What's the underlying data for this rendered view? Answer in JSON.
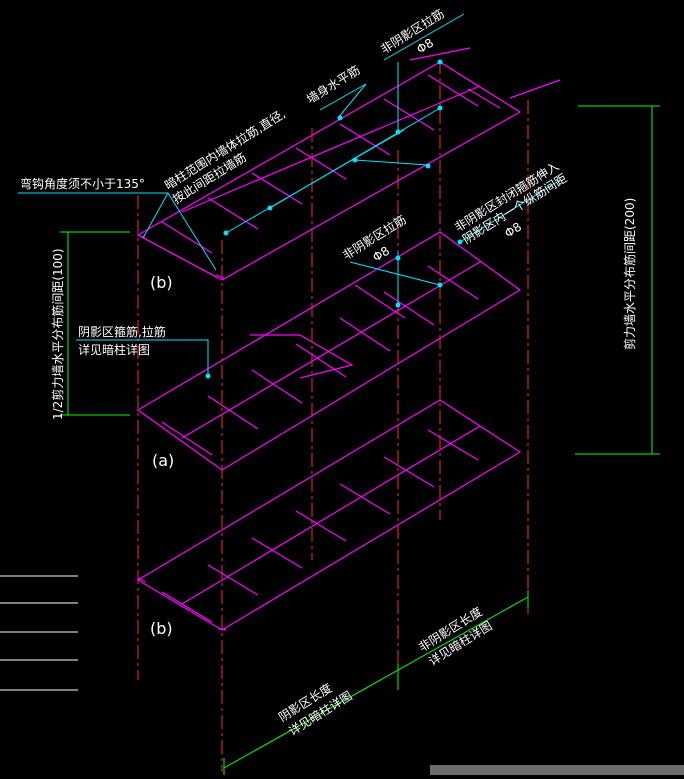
{
  "colors": {
    "background": "#000000",
    "rebar": "#ff00ff",
    "axis": "#ff2a2a",
    "dim": "#00ff00",
    "leader": "#00e5ff",
    "text": "#ffffff"
  },
  "labels": {
    "hook_angle": "弯钩角度须不小于135°",
    "tie_hook_note_line1": "暗柱范围内墙体拉筋,直径,",
    "tie_hook_note_line2": "按此间距拉墙筋",
    "nonshadow_tie_top": "非阴影区拉筋",
    "dia_top": "Φ8",
    "wall_horizontal": "墙身水平筋",
    "nonshadow_tie_mid": "非阴影区拉筋",
    "dia_mid": "Φ8",
    "extend_note_line1": "非阴影区封闭箍筋伸入",
    "extend_note_line2": "阴影区内一个纵筋间距",
    "dia_right": "Φ8",
    "shadow_note_line1": "阴影区箍筋,拉筋",
    "shadow_note_line2": "详见暗柱详图",
    "case_b_top": "(b)",
    "case_a": "(a)",
    "case_b_bottom": "(b)",
    "left_dim": "1/2剪力墙水平分布筋间距(100)",
    "right_dim": "剪力墙水平分布筋间距(200)",
    "bottom_dim1_line1": "阴影区长度",
    "bottom_dim1_line2": "详见暗柱详图",
    "bottom_dim2_line1": "非阴影区长度",
    "bottom_dim2_line2": "详见暗柱详图"
  }
}
